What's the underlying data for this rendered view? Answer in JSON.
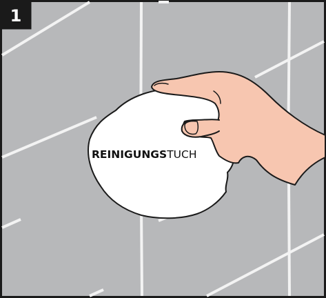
{
  "step": {
    "number": "1"
  },
  "cloth": {
    "label_bold": "REINIGUNGS",
    "label_regular": "TUCH"
  },
  "colors": {
    "tile": "#b7b8ba",
    "grout": "#f3f3f3",
    "badge": "#1a1a1a",
    "skin": "#f7c6b0",
    "outline": "#1a1a1a",
    "cloth": "#ffffff"
  },
  "icons": {
    "illustration": "hand-wiping-tile-with-cleaning-cloth"
  }
}
